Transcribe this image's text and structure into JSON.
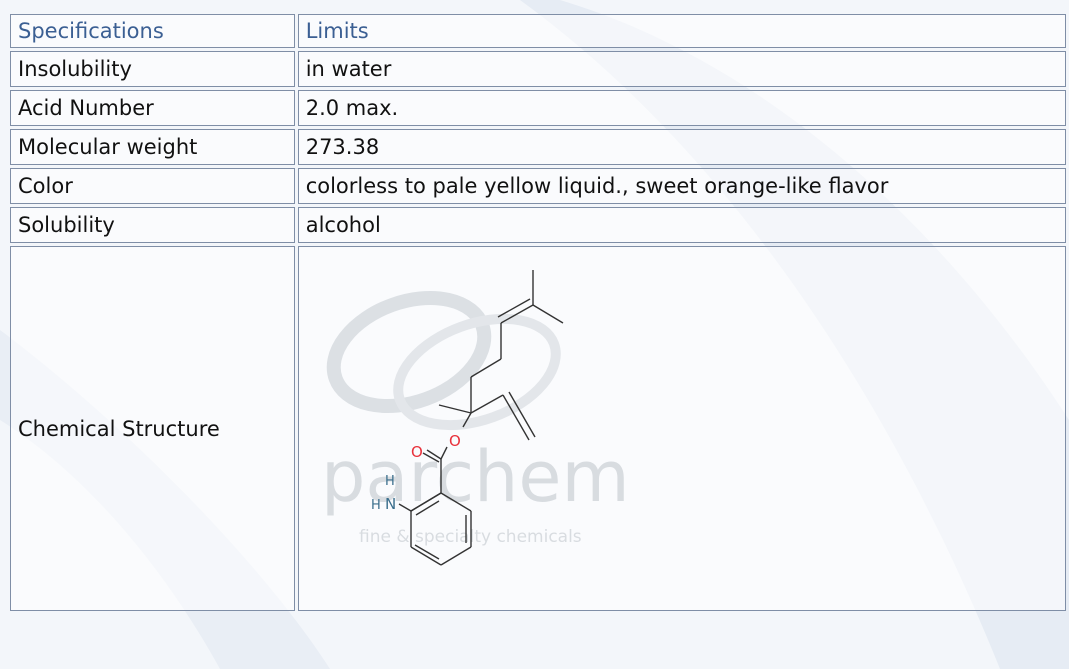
{
  "table": {
    "header": {
      "specifications": "Specifications",
      "limits": "Limits"
    },
    "rows": [
      {
        "label": "Insolubility",
        "value": "in water"
      },
      {
        "label": "Acid Number",
        "value": "2.0 max."
      },
      {
        "label": "Molecular weight",
        "value": "273.38"
      },
      {
        "label": "Color",
        "value": "colorless to pale yellow liquid., sweet orange-like flavor"
      },
      {
        "label": "Solubility",
        "value": "alcohol"
      }
    ],
    "structure_label": "Chemical Structure"
  },
  "watermark": {
    "brand": "parchem",
    "tagline": "fine & specialty chemicals"
  },
  "molecule_atoms": {
    "oxygen_carbonyl": "O",
    "oxygen_ester": "O",
    "nitrogen": "N",
    "hydrogen_top": "H",
    "hydrogen_left": "H"
  },
  "colors": {
    "header_text": "#3b5f93",
    "border": "#7f8ea6",
    "oxygen": "#e8303a",
    "nitrogen": "#3a6e8c"
  }
}
